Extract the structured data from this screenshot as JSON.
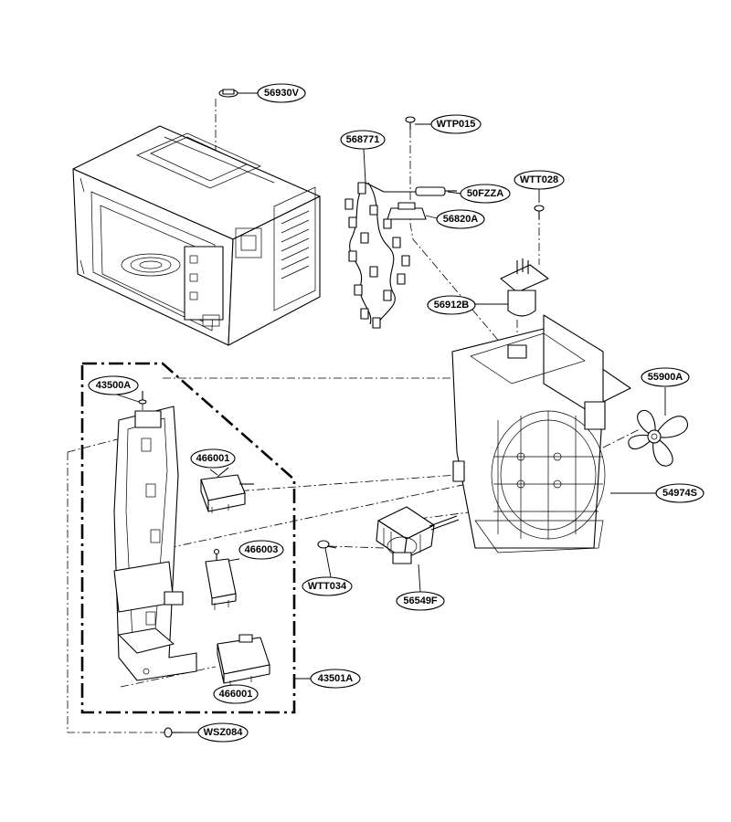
{
  "labels": {
    "p56930V": "56930V",
    "pWTP015": "WTP015",
    "p568771": "568771",
    "p50FZZA": "50FZZA",
    "pWTT028": "WTT028",
    "p56820A": "56820A",
    "p56912B": "56912B",
    "p55900A": "55900A",
    "p43500A": "43500A",
    "p466001a": "466001",
    "p466003": "466003",
    "p54974S": "54974S",
    "pWTT034": "WTT034",
    "p56549F": "56549F",
    "p43501A": "43501A",
    "p466001b": "466001",
    "pWSZ084": "WSZ084"
  }
}
